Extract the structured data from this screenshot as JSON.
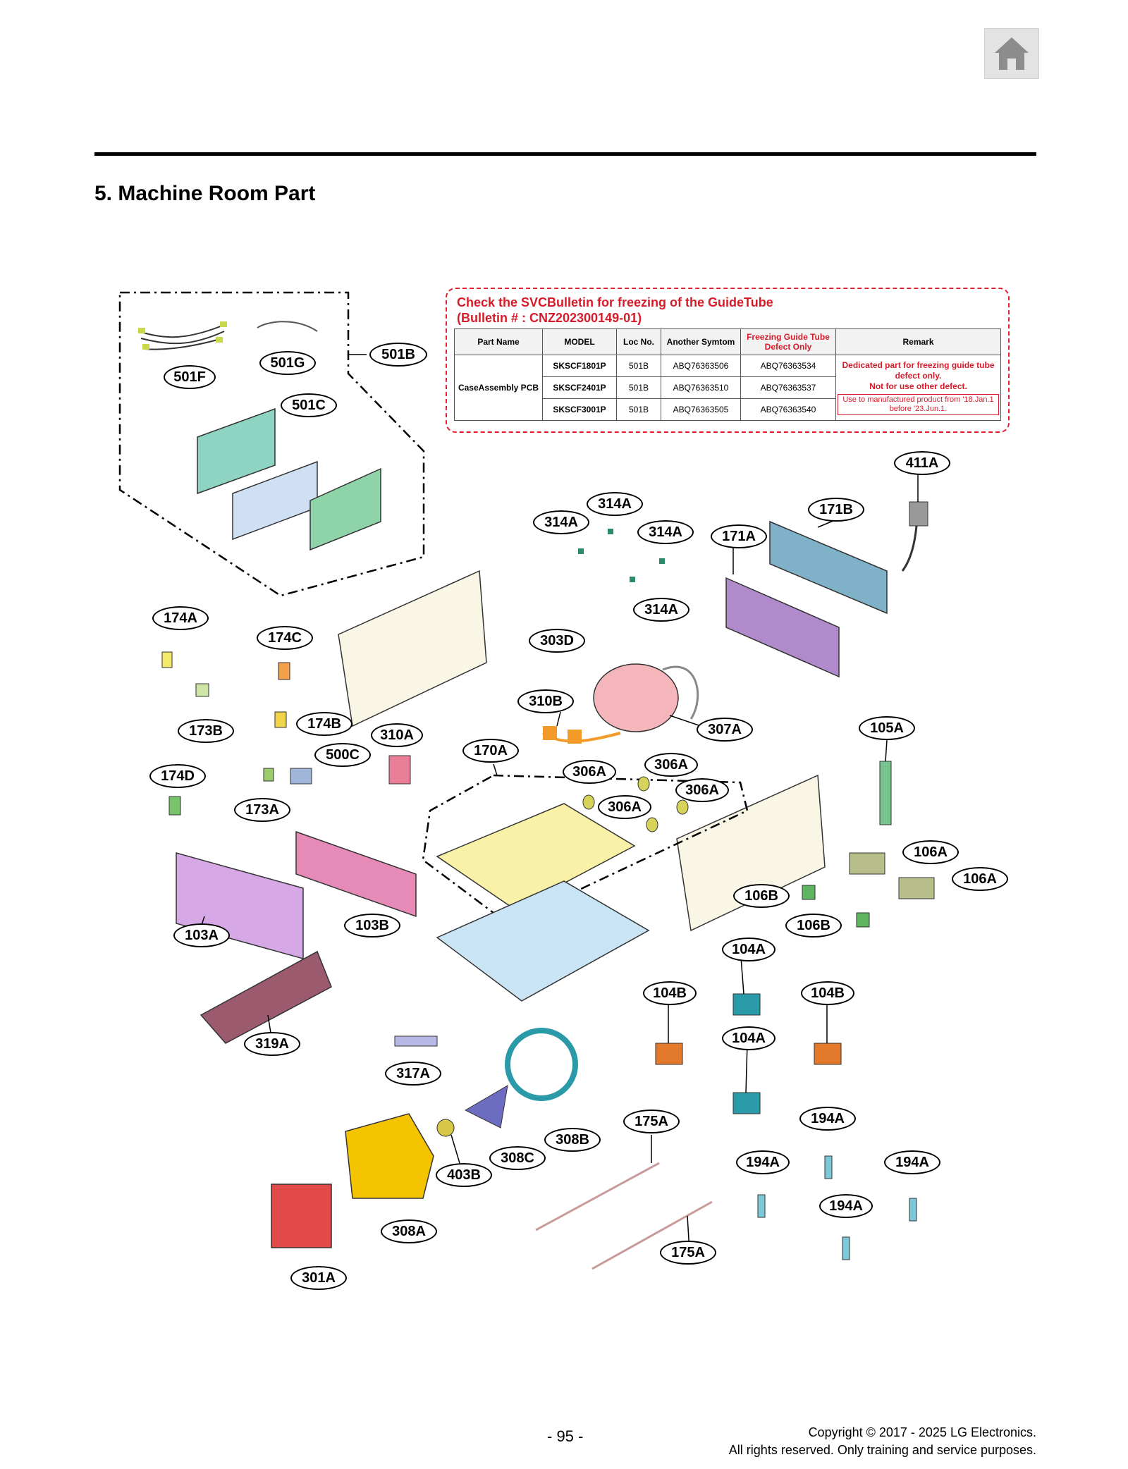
{
  "header": {
    "home_icon": "home-icon"
  },
  "section_title": "5. Machine Room Part",
  "bulletin": {
    "title_line1": "Check the SVCBulletin for freezing of the GuideTube",
    "title_line2": "(Bulletin # : CNZ202300149-01)",
    "headers": [
      "Part Name",
      "MODEL",
      "Loc No.",
      "Another Symtom",
      "Freezing Guide Tube Defect Only",
      "Remark"
    ],
    "part_name": "CaseAssembly PCB",
    "rows": [
      {
        "model": "SKSCF1801P",
        "loc": "501B",
        "another": "ABQ76363506",
        "freezing": "ABQ76363534"
      },
      {
        "model": "SKSCF2401P",
        "loc": "501B",
        "another": "ABQ76363510",
        "freezing": "ABQ76363537"
      },
      {
        "model": "SKSCF3001P",
        "loc": "501B",
        "another": "ABQ76363505",
        "freezing": "ABQ76363540"
      }
    ],
    "remark_line1": "Dedicated part for freezing guide tube defect only.",
    "remark_line2": "Not for use other defect.",
    "remark_note": "Use to manufactured product from '18.Jan.1 before '23.Jun.1."
  },
  "callouts": [
    "501F",
    "501G",
    "501B",
    "501C",
    "411A",
    "314A",
    "314A",
    "314A",
    "314A",
    "171B",
    "171A",
    "174A",
    "174C",
    "303D",
    "310B",
    "307A",
    "105A",
    "173B",
    "174B",
    "310A",
    "500C",
    "170A",
    "174D",
    "173A",
    "306A",
    "306A",
    "306A",
    "306A",
    "106A",
    "106A",
    "106B",
    "106B",
    "103B",
    "103A",
    "104A",
    "104B",
    "104B",
    "104A",
    "319A",
    "317A",
    "308B",
    "175A",
    "194A",
    "194A",
    "194A",
    "194A",
    "308C",
    "403B",
    "308A",
    "175A",
    "301A"
  ],
  "footer": {
    "page": "- 95 -",
    "copyright_line1": "Copyright © 2017 - 2025 LG Electronics.",
    "copyright_line2": "All rights reserved. Only training and service purposes."
  },
  "colors": {
    "rule": "#000000",
    "bulletin_red": "#d61c2a",
    "yellow_part": "#f5c400",
    "red_part": "#e24a4a",
    "teal_part": "#2a9aa8",
    "purple_part": "#b08acb",
    "pink_part": "#e68ab8",
    "maroon_part": "#9c5a6e"
  }
}
